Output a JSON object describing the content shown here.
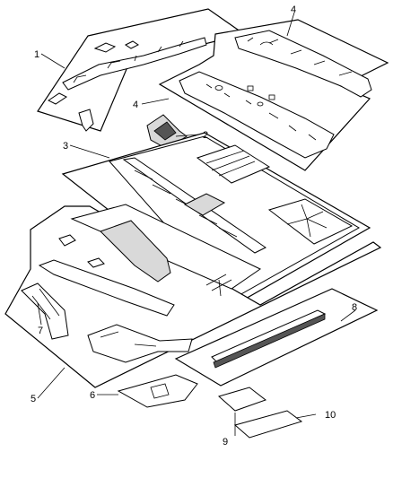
{
  "callouts": [
    {
      "id": "1",
      "text": "1"
    },
    {
      "id": "2",
      "text": "2"
    },
    {
      "id": "3",
      "text": "3"
    },
    {
      "id": "4a",
      "text": "4"
    },
    {
      "id": "4b",
      "text": "4"
    },
    {
      "id": "5",
      "text": "5"
    },
    {
      "id": "6",
      "text": "6"
    },
    {
      "id": "7",
      "text": "7"
    },
    {
      "id": "8",
      "text": "8"
    },
    {
      "id": "9",
      "text": "9"
    },
    {
      "id": "10",
      "text": "10"
    }
  ],
  "colors": {
    "line": "#000000",
    "background": "#ffffff",
    "shade": "#d9d9d9"
  }
}
